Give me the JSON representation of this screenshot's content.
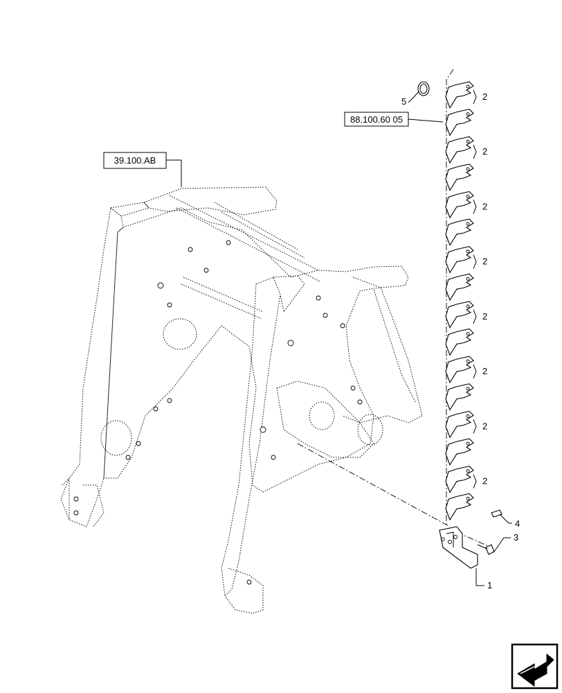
{
  "diagram": {
    "reference_boxes": {
      "frame_ref": "39.100.AB",
      "tine_ref": "88.100.60 05"
    },
    "callouts": {
      "bracket": "1",
      "tine": "2",
      "bolt": "3",
      "clip": "4",
      "ring": "5"
    },
    "tine_count": 16,
    "nav_icon": "next-page-arrow-icon"
  }
}
